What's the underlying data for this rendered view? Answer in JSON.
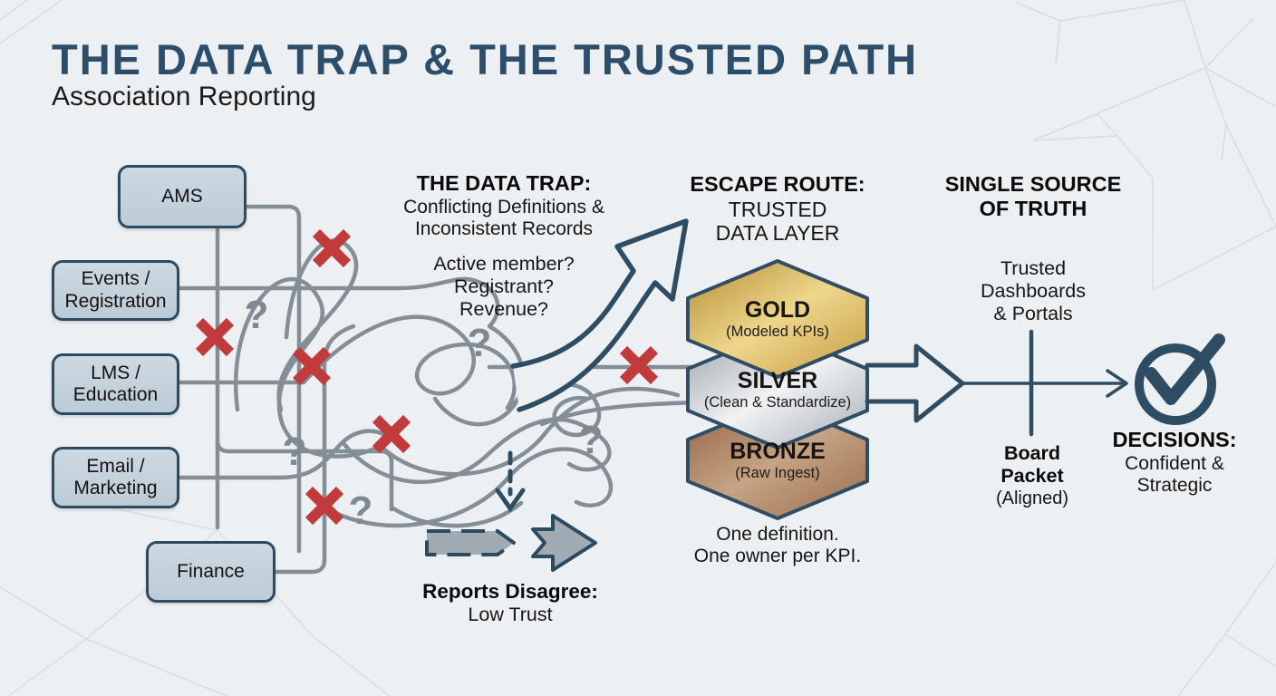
{
  "header": {
    "title": "THE DATA TRAP & THE TRUSTED PATH",
    "subtitle": "Association Reporting"
  },
  "sources": [
    {
      "label": "AMS"
    },
    {
      "label": "Events / Registration"
    },
    {
      "label": "LMS / Education"
    },
    {
      "label": "Email / Marketing"
    },
    {
      "label": "Finance"
    }
  ],
  "data_trap": {
    "heading": "THE DATA TRAP:",
    "description_line1": "Conflicting Definitions &",
    "description_line2": "Inconsistent Records",
    "questions": [
      "Active member?",
      "Registrant?",
      "Revenue?"
    ]
  },
  "reports_disagree": {
    "heading": "Reports Disagree:",
    "subheading": "Low Trust"
  },
  "escape_route": {
    "heading": "ESCAPE ROUTE:",
    "line1": "TRUSTED",
    "line2": "DATA LAYER"
  },
  "layers": [
    {
      "name": "GOLD",
      "subtitle": "(Modeled KPIs)"
    },
    {
      "name": "SILVER",
      "subtitle": "(Clean & Standardize)"
    },
    {
      "name": "BRONZE",
      "subtitle": "(Raw Ingest)"
    }
  ],
  "governance_note": {
    "line1": "One definition.",
    "line2": "One owner per KPI."
  },
  "single_source": {
    "heading_line1": "SINGLE SOURCE",
    "heading_line2": "OF TRUTH",
    "dashboards_line1": "Trusted",
    "dashboards_line2": "Dashboards",
    "dashboards_line3": "& Portals",
    "board_line1": "Board",
    "board_line2": "Packet",
    "board_line3": "(Aligned)"
  },
  "decisions": {
    "heading": "DECISIONS:",
    "line1": "Confident &",
    "line2": "Strategic"
  },
  "symbols": {
    "question_mark": "?"
  },
  "colors": {
    "accent_blue": "#2e4d63",
    "line_gray": "#848e97",
    "error_red": "#c13a3c",
    "box_fill": "#c3d1dc",
    "gold": "#d9b44a",
    "silver": "#c2c7cd",
    "bronze": "#a97c54",
    "background": "#edf0f3"
  }
}
